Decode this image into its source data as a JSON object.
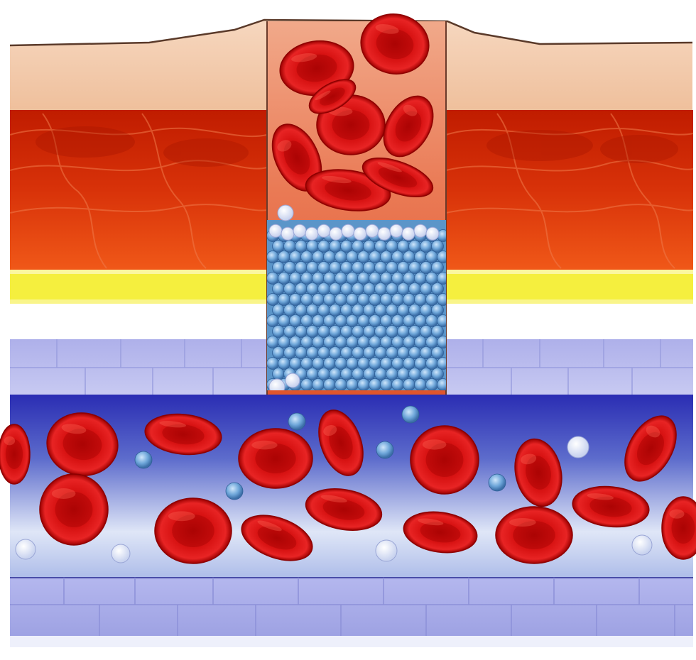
{
  "image": {
    "subject": "skin-wound-with-platelet-plug",
    "layers": [
      "epidermis",
      "dermis-muscle",
      "fat-layer",
      "vessel-upper-wall",
      "blood-lumen",
      "vessel-lower-wall"
    ],
    "colors": {
      "epidermis": "#f3c7a6",
      "epidermis_top": "#ffe6d2",
      "muscle_dark": "#b51b00",
      "muscle_light": "#e64810",
      "fat": "#f4f04a",
      "vessel_wall": "#b7b9ee",
      "vessel_wall_dark": "#8f93dc",
      "lumen_dark": "#2c2fb8",
      "lumen_light": "#dfe6f7",
      "rbc": "#d10e0e",
      "rbc_dark": "#8d0000",
      "platelet": "#6ea6d8",
      "white_cell": "#f4f6ff"
    }
  }
}
